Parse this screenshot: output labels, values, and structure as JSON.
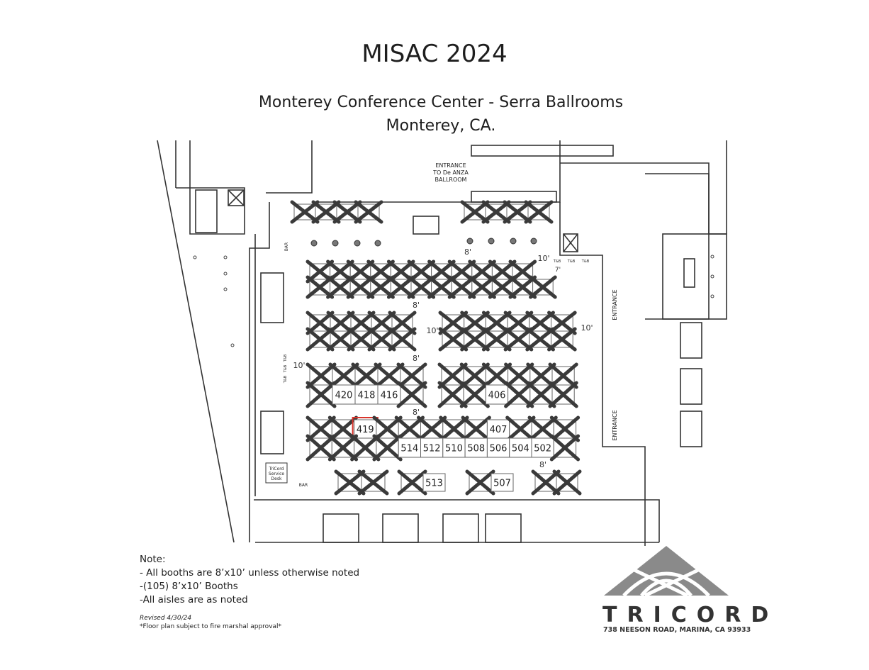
{
  "header": {
    "title": "MISAC 2024",
    "venue": "Monterey Conference Center - Serra Ballrooms",
    "city": "Monterey, CA."
  },
  "plan_labels": {
    "de_anza_entrance": [
      "ENTRANCE",
      "TO De ANZA",
      "BALLROOM"
    ],
    "entrance": "ENTRANCE",
    "bar": "BAR",
    "service_desk": [
      "TriCord",
      "Service",
      "Desk"
    ],
    "tb": "T&B",
    "aisles": {
      "a8": "8'",
      "a10": "10'",
      "a7": "7'"
    }
  },
  "booths": {
    "wall_left": [
      {
        "label": "",
        "sold": true
      },
      {
        "label": "",
        "sold": true
      },
      {
        "label": "",
        "sold": true
      },
      {
        "label": "",
        "sold": true
      }
    ],
    "wall_right": [
      {
        "label": "",
        "sold": true
      },
      {
        "label": "",
        "sold": true
      },
      {
        "label": "",
        "sold": true
      },
      {
        "label": "",
        "sold": true
      }
    ],
    "block1_top": [
      {
        "label": "",
        "sold": true
      },
      {
        "label": "",
        "sold": true
      },
      {
        "label": "",
        "sold": true
      },
      {
        "label": "",
        "sold": true
      },
      {
        "label": "",
        "sold": true
      },
      {
        "label": "",
        "sold": true
      },
      {
        "label": "",
        "sold": true
      },
      {
        "label": "",
        "sold": true
      },
      {
        "label": "",
        "sold": true
      },
      {
        "label": "",
        "sold": true
      },
      {
        "label": "",
        "sold": true
      }
    ],
    "block1_bottom": [
      {
        "label": "",
        "sold": true
      },
      {
        "label": "",
        "sold": true
      },
      {
        "label": "",
        "sold": true
      },
      {
        "label": "",
        "sold": true
      },
      {
        "label": "",
        "sold": true
      },
      {
        "label": "",
        "sold": true
      },
      {
        "label": "",
        "sold": true
      },
      {
        "label": "",
        "sold": true
      },
      {
        "label": "",
        "sold": true
      },
      {
        "label": "",
        "sold": true
      },
      {
        "label": "",
        "sold": true
      },
      {
        "label": "",
        "sold": true
      }
    ],
    "block2l_top": [
      {
        "label": "",
        "sold": true
      },
      {
        "label": "",
        "sold": true
      },
      {
        "label": "",
        "sold": true
      },
      {
        "label": "",
        "sold": true
      },
      {
        "label": "",
        "sold": true
      }
    ],
    "block2l_bottom": [
      {
        "label": "",
        "sold": true
      },
      {
        "label": "",
        "sold": true
      },
      {
        "label": "",
        "sold": true
      },
      {
        "label": "",
        "sold": true
      },
      {
        "label": "",
        "sold": true
      }
    ],
    "block2r_top": [
      {
        "label": "",
        "sold": true
      },
      {
        "label": "",
        "sold": true
      },
      {
        "label": "",
        "sold": true
      },
      {
        "label": "",
        "sold": true
      },
      {
        "label": "",
        "sold": true
      },
      {
        "label": "",
        "sold": true
      }
    ],
    "block2r_bottom": [
      {
        "label": "",
        "sold": true
      },
      {
        "label": "",
        "sold": true
      },
      {
        "label": "",
        "sold": true
      },
      {
        "label": "",
        "sold": true
      },
      {
        "label": "",
        "sold": true
      },
      {
        "label": "",
        "sold": true
      }
    ],
    "block3l_top": [
      {
        "label": "",
        "sold": true
      },
      {
        "label": "",
        "sold": true
      },
      {
        "label": "",
        "sold": true
      },
      {
        "label": "",
        "sold": true
      },
      {
        "label": "",
        "sold": true
      }
    ],
    "block3l_bottom": [
      {
        "label": "",
        "sold": true
      },
      {
        "label": "420",
        "sold": false
      },
      {
        "label": "418",
        "sold": false
      },
      {
        "label": "416",
        "sold": false
      },
      {
        "label": "",
        "sold": true
      }
    ],
    "block3r_top": [
      {
        "label": "",
        "sold": true
      },
      {
        "label": "",
        "sold": true
      },
      {
        "label": "",
        "sold": true
      },
      {
        "label": "",
        "sold": true
      },
      {
        "label": "",
        "sold": true
      },
      {
        "label": "",
        "sold": true
      }
    ],
    "block3r_bottom": [
      {
        "label": "",
        "sold": true
      },
      {
        "label": "",
        "sold": true
      },
      {
        "label": "406",
        "sold": false
      },
      {
        "label": "",
        "sold": true
      },
      {
        "label": "",
        "sold": true
      },
      {
        "label": "",
        "sold": true
      }
    ],
    "block4_top": [
      {
        "label": "",
        "sold": true
      },
      {
        "label": "",
        "sold": true
      },
      {
        "label": "419",
        "sold": false,
        "highlighted": true
      },
      {
        "label": "",
        "sold": true
      },
      {
        "label": "",
        "sold": true
      },
      {
        "label": "",
        "sold": true
      },
      {
        "label": "",
        "sold": true
      },
      {
        "label": "",
        "sold": true
      },
      {
        "label": "407",
        "sold": false
      },
      {
        "label": "",
        "sold": true
      },
      {
        "label": "",
        "sold": true
      },
      {
        "label": "",
        "sold": true
      }
    ],
    "block4_bottom": [
      {
        "label": "",
        "sold": true
      },
      {
        "label": "",
        "sold": true
      },
      {
        "label": "",
        "sold": true
      },
      {
        "label": "",
        "sold": true
      },
      {
        "label": "514",
        "sold": false
      },
      {
        "label": "512",
        "sold": false
      },
      {
        "label": "510",
        "sold": false
      },
      {
        "label": "508",
        "sold": false
      },
      {
        "label": "506",
        "sold": false
      },
      {
        "label": "504",
        "sold": false
      },
      {
        "label": "502",
        "sold": false
      },
      {
        "label": "",
        "sold": true
      }
    ],
    "island1": [
      {
        "label": "",
        "sold": true
      },
      {
        "label": "",
        "sold": true
      }
    ],
    "island2": [
      {
        "label": "",
        "sold": true
      },
      {
        "label": "513",
        "sold": false
      }
    ],
    "island3": [
      {
        "label": "",
        "sold": true
      },
      {
        "label": "507",
        "sold": false
      }
    ],
    "island4": [
      {
        "label": "",
        "sold": true
      },
      {
        "label": "",
        "sold": true
      }
    ]
  },
  "colors": {
    "highlight": "#d9342b",
    "sold_mark": "#3a3a3a",
    "logo": "#8a8a8a"
  },
  "notes": {
    "heading": "Note:",
    "items": [
      "- All booths are 8’x10’  unless otherwise noted",
      "-(105) 8’x10’ Booths",
      "-All aisles are as noted"
    ],
    "revised": "Revised 4/30/24",
    "disclaimer": "*Floor plan subject to fire marshal approval*"
  },
  "company": {
    "name": "TRICORD",
    "address": "738 NEESON ROAD, MARINA, CA 93933"
  }
}
